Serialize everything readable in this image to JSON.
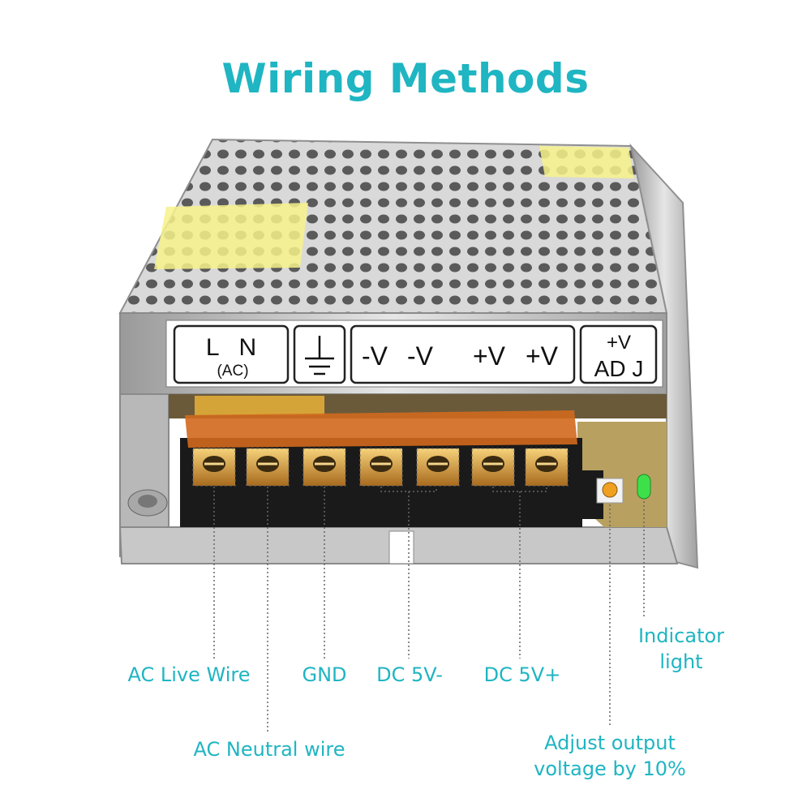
{
  "title": "Wiring Methods",
  "terminal_panel": {
    "group1_top": "L   N",
    "group1_bottom": "(AC)",
    "group3_neg1": "-V",
    "group3_neg2": "-V",
    "group3_pos1": "+V",
    "group3_pos2": "+V",
    "group4_top": "+V",
    "group4_bottom": "AD J"
  },
  "labels": {
    "ac_live": "AC Live Wire",
    "gnd": "GND",
    "dc_neg": "DC 5V-",
    "dc_pos": "DC 5V+",
    "indicator_1": "Indicator",
    "indicator_2": "light",
    "ac_neutral": "AC Neutral wire",
    "adjust_1": "Adjust output",
    "adjust_2": "voltage by 10%"
  },
  "colors": {
    "accent": "#1fb5c2",
    "terminal_cover": "#d2691e",
    "terminal_block": "#1a1a1a",
    "indicator": "#3ee04a"
  }
}
